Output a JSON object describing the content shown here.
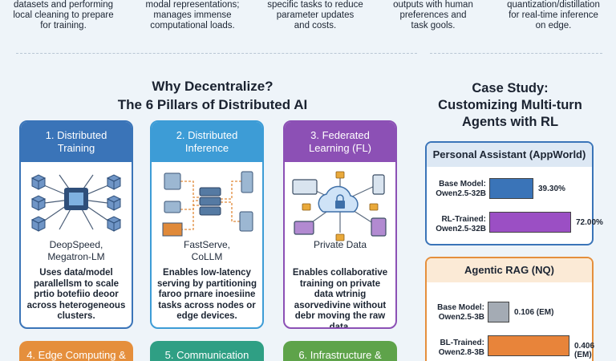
{
  "top_strip": [
    "datasets and performing\nlocal cleaning to prepare\nfor training.",
    "modal representations;\nmanages immense\ncomputational loads.",
    "specific tasks to reduce\nparameter updates\nand costs.",
    "outputs with human\npreferences and\ntask gools.",
    "quantization/distillation\nfor real-time inference\non edge."
  ],
  "main_title": {
    "line1": "Why Decentralize?",
    "line2": "The 6 Pillars of Distributed AI"
  },
  "pillars": [
    {
      "title": "1. Distributed\nTraining",
      "tool": "DeopSpeed,\nMegatron-LM",
      "desc": "Uses data/model parallellsm to scale prtio botefiio deoor across heterogeneous clusters.",
      "color": "#3a74b8"
    },
    {
      "title": "2. Distributed\nInference",
      "tool": "FastServe,\nCoLLM",
      "desc": "Enables low-latency serving by partitioning faroo prnare inoesiine tasks across nodes or edge devices.",
      "color": "#3d9cd6"
    },
    {
      "title": "3. Federated\nLearning (FL)",
      "tool": "Private Data",
      "desc": "Enables collaborative training on private data wtrinig asorvedivine without debr moving the raw data.",
      "color": "#8c50b5"
    }
  ],
  "bottom_cards": [
    {
      "label": "4. Edge Computing &",
      "color": "#e58f3c"
    },
    {
      "label": "5. Communication",
      "color": "#2f9f84"
    },
    {
      "label": "6. Infrastructure &",
      "color": "#5ea34a"
    }
  ],
  "case_study": {
    "title_line1": "Case Study:",
    "title_line2": "Customizing Multi-turn",
    "title_line3": "Agents with RL",
    "boxes": [
      {
        "title": "Personal Assistant (AppWorld)",
        "border": "#3a74b8",
        "head_bg": "#dde8f4",
        "rows": [
          {
            "label": "Base Model:\nOwen2.5-32B",
            "value": 39.3,
            "value_text": "39.30%",
            "color": "#3a74b8"
          },
          {
            "label": "RL-Trained:\nOwen2.5-32B",
            "value": 72.0,
            "value_text": "72.00%",
            "color": "#9b4fc4"
          }
        ],
        "max": 85
      },
      {
        "title": "Agentic RAG (NQ)",
        "border": "#e58f3c",
        "head_bg": "#fbead6",
        "rows": [
          {
            "label": "Base Model:\nOwen2.5-3B",
            "value": 0.106,
            "value_text": "0.106 (EM)",
            "color": "#a4abb4"
          },
          {
            "label": "BL-Trained:\nOwen2.8-3B",
            "value": 0.406,
            "value_text": "0.406 (EM)",
            "color": "#e8843a"
          }
        ],
        "max": 0.48
      }
    ]
  }
}
